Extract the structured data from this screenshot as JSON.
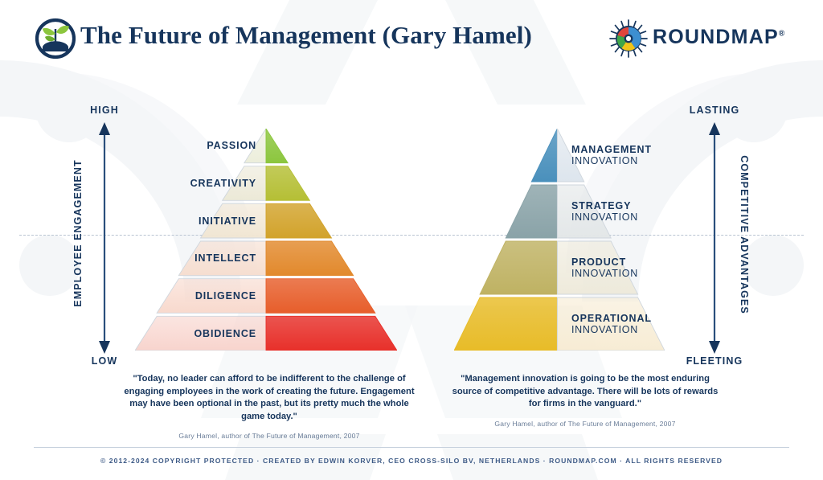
{
  "header": {
    "title": "The Future of Management (Gary Hamel)",
    "brand_icon": "seedling-sprout-icon",
    "logo_icon": "roundmap-circular-mark-icon",
    "logo_word": "ROUNDMAP",
    "logo_registered": "®"
  },
  "left_axis": {
    "top_label": "HIGH",
    "bottom_label": "LOW",
    "title": "EMPLOYEE ENGAGEMENT"
  },
  "right_axis": {
    "top_label": "LASTING",
    "bottom_label": "FLEETING",
    "title": "COMPETITIVE ADVANTAGES"
  },
  "left_pyramid": {
    "name": "employee-engagement-pyramid",
    "tiers": [
      {
        "label": "PASSION",
        "color": "#8cc63e",
        "pale": "#eceedb"
      },
      {
        "label": "CREATIVITY",
        "color": "#b5bf35",
        "pale": "#ece9d7"
      },
      {
        "label": "INITIATIVE",
        "color": "#d2a32b",
        "pale": "#f1e6d3"
      },
      {
        "label": "INTELLECT",
        "color": "#e2892c",
        "pale": "#f6ded0"
      },
      {
        "label": "DILIGENCE",
        "color": "#e75e2b",
        "pale": "#f8d9cd"
      },
      {
        "label": "OBIDIENCE",
        "color": "#e8302a",
        "pale": "#f8d4cd"
      }
    ]
  },
  "right_pyramid": {
    "name": "competitive-advantage-pyramid",
    "tiers": [
      {
        "line1": "MANAGEMENT",
        "line2": "INNOVATION",
        "color": "#4a90bc",
        "pale": "#dde5ed"
      },
      {
        "line1": "STRATEGY",
        "line2": "INNOVATION",
        "color": "#8aa3a8",
        "pale": "#e3e7e8"
      },
      {
        "line1": "PRODUCT",
        "line2": "INNOVATION",
        "color": "#bfb263",
        "pale": "#eeeadb"
      },
      {
        "line1": "OPERATIONAL",
        "line2": "INNOVATION",
        "color": "#e8bc28",
        "pale": "#f7ecd4"
      }
    ]
  },
  "quotes": [
    {
      "text": "\"Today, no leader can afford to be indifferent to the challenge of engaging employees in the work of creating the future. Engagement may have been optional in the past, but its pretty much the whole game today.\"",
      "attribution": "Gary Hamel, author of The Future of Management, 2007"
    },
    {
      "text": "\"Management innovation is going to be the most enduring source of competitive advantage. There will be lots of rewards for firms in the vanguard.\"",
      "attribution": "Gary Hamel, author of The Future of Management, 2007"
    }
  ],
  "footer": {
    "text": "© 2012-2024 COPYRIGHT PROTECTED · CREATED BY EDWIN KORVER, CEO CROSS-SILO BV, NETHERLANDS · ROUNDMAP.COM · ALL RIGHTS RESERVED"
  },
  "colors": {
    "navy": "#16355c",
    "axis": "#2a4f7c",
    "dashed": "#b9c4d2",
    "watermark": "#f5f6f8"
  }
}
